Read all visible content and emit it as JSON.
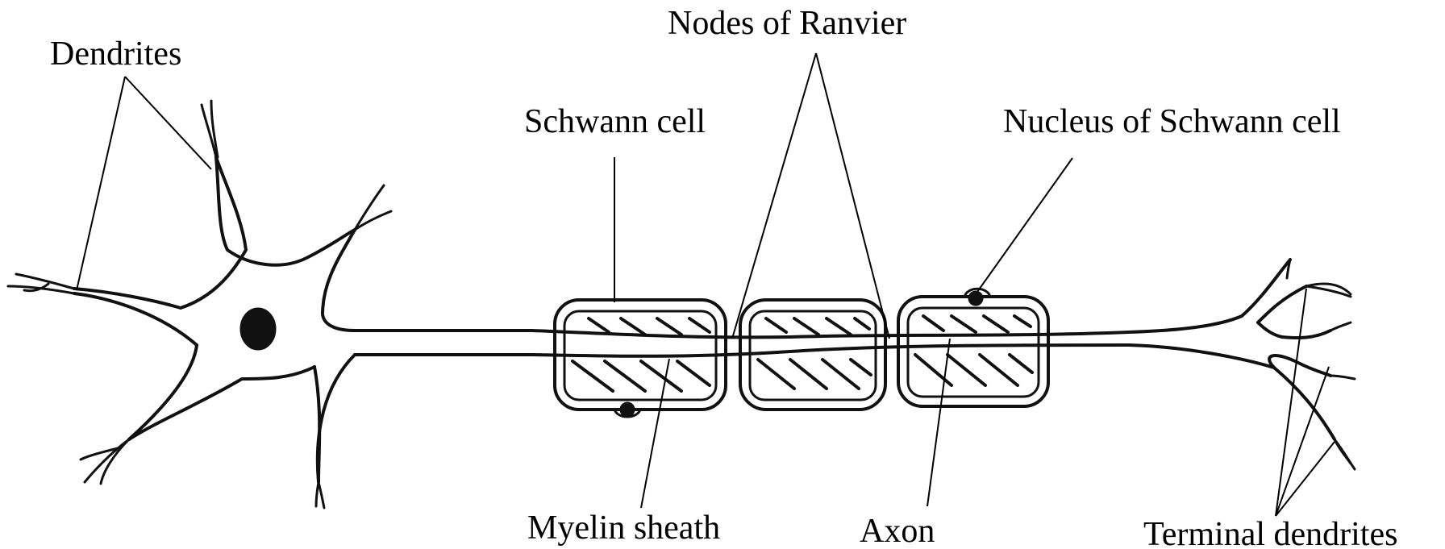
{
  "labels": {
    "dendrites": "Dendrites",
    "nodes_of_ranvier": "Nodes of Ranvier",
    "schwann_cell": "Schwann cell",
    "nucleus_of_schwann_cell": "Nucleus of Schwann cell",
    "myelin_sheath": "Myelin sheath",
    "axon": "Axon",
    "terminal_dendrites": "Terminal dendrites"
  }
}
